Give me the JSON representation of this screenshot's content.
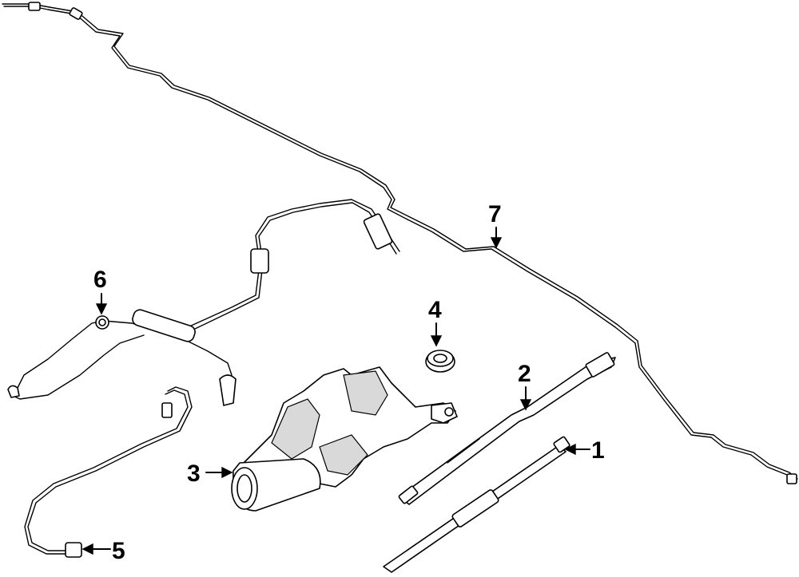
{
  "callouts": {
    "c1": "1",
    "c2": "2",
    "c3": "3",
    "c4": "4",
    "c5": "5",
    "c6": "6",
    "c7": "7"
  },
  "colors": {
    "line": "#000000",
    "background": "#ffffff",
    "shade": "#d9d9d9"
  }
}
